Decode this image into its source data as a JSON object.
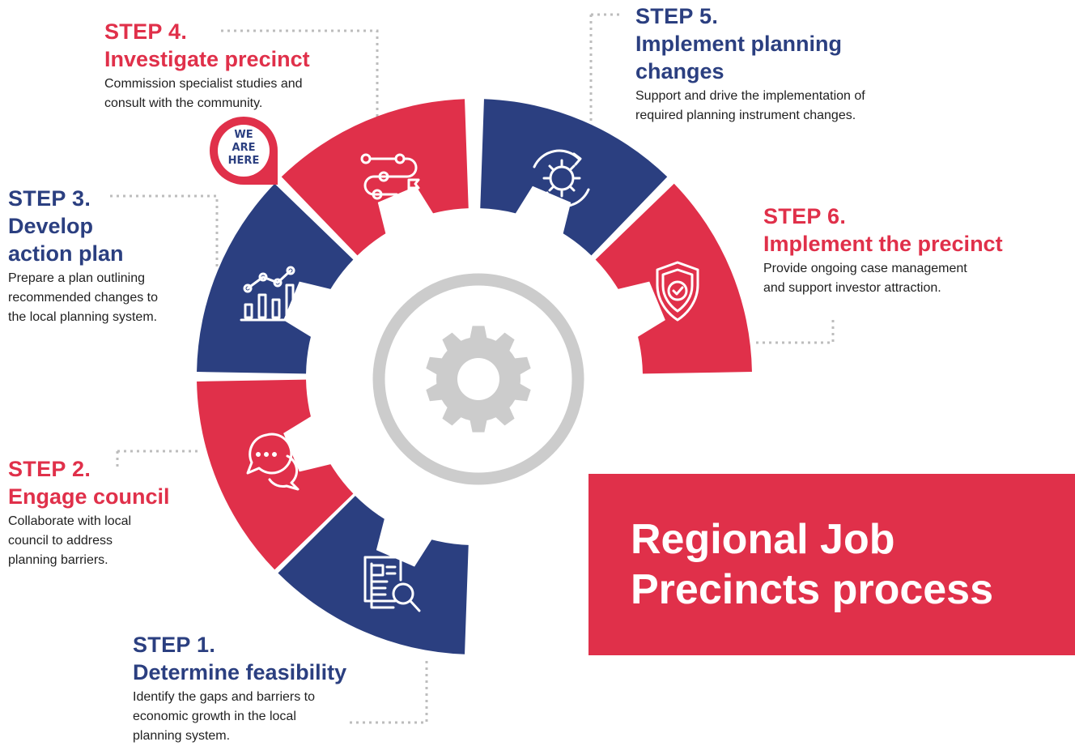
{
  "title": {
    "line1": "Regional Job",
    "line2": "Precincts process"
  },
  "pin": {
    "line1": "WE",
    "line2": "ARE",
    "line3": "HERE"
  },
  "colors": {
    "red": "#e0304a",
    "blue": "#2b3f80",
    "gear_gray": "#cccccc",
    "dots": "#bdbdbd"
  },
  "steps": [
    {
      "num": "STEP 1.",
      "title_lines": [
        "Determine feasibility"
      ],
      "desc_lines": [
        "Identify the gaps and barriers to",
        "economic growth in the local",
        "planning system."
      ],
      "color": "blue",
      "icon": "document-search-icon"
    },
    {
      "num": "STEP 2.",
      "title_lines": [
        "Engage council"
      ],
      "desc_lines": [
        "Collaborate with local",
        "council to address",
        "planning barriers."
      ],
      "color": "red",
      "icon": "chat-bubbles-icon"
    },
    {
      "num": "STEP 3.",
      "title_lines": [
        "Develop",
        "action plan"
      ],
      "desc_lines": [
        "Prepare a plan outlining",
        "recommended changes to",
        "the local planning system."
      ],
      "color": "blue",
      "icon": "bar-chart-icon"
    },
    {
      "num": "STEP 4.",
      "title_lines": [
        "Investigate precinct"
      ],
      "desc_lines": [
        "Commission specialist studies and",
        "consult with the community."
      ],
      "color": "red",
      "icon": "route-flag-icon"
    },
    {
      "num": "STEP 5.",
      "title_lines": [
        "Implement planning",
        "changes"
      ],
      "desc_lines": [
        "Support and drive the implementation of",
        "required planning instrument changes."
      ],
      "color": "blue",
      "icon": "gear-cycle-icon"
    },
    {
      "num": "STEP 6.",
      "title_lines": [
        "Implement the precinct"
      ],
      "desc_lines": [
        "Provide ongoing case management",
        "and support investor attraction."
      ],
      "color": "red",
      "icon": "shield-check-icon"
    }
  ]
}
